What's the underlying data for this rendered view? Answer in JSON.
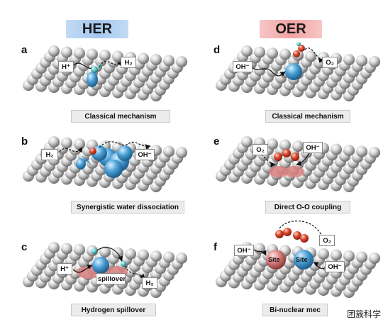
{
  "headers": {
    "left": "HER",
    "right": "OER"
  },
  "panels": {
    "a": {
      "label": "a",
      "caption": "Classical mechanism",
      "tags": [
        "H⁺",
        "H₂"
      ]
    },
    "b": {
      "label": "b",
      "caption": "Synergistic water dissociation",
      "tags": [
        "H₂",
        "OH⁻"
      ]
    },
    "c": {
      "label": "c",
      "caption": "Hydrogen spillover",
      "tags": [
        "H⁺",
        "spillover",
        "H₂"
      ]
    },
    "d": {
      "label": "d",
      "caption": "Classical mechanism",
      "tags": [
        "OH⁻",
        "O₂"
      ]
    },
    "e": {
      "label": "e",
      "caption": "Direct O-O coupling",
      "tags": [
        "O₂",
        "OH⁻"
      ]
    },
    "f": {
      "label": "f",
      "caption": "Bi-nuclear mec",
      "tags": [
        "OH⁻",
        "O₂",
        "OH⁻"
      ],
      "sites": [
        "Site",
        "Site"
      ]
    }
  },
  "watermark": "团簇科学",
  "colors": {
    "her": "#a6c8f0",
    "oer": "#f3a3a3",
    "atom_blue": "#4a9fd4",
    "atom_red": "#d9472e",
    "surface": "#cfcfcf"
  }
}
